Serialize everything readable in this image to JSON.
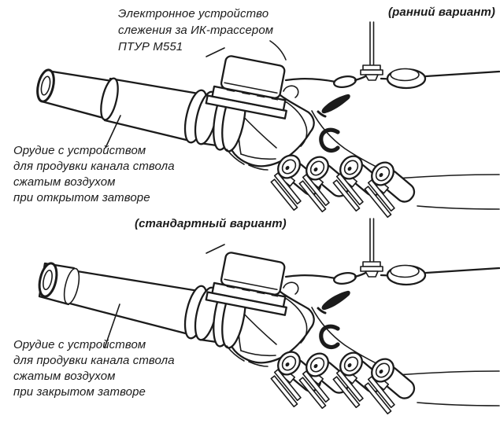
{
  "colors": {
    "ink": "#1b1b1b",
    "paper": "#ffffff"
  },
  "figure": {
    "caption_early": "(ранний вариант)",
    "caption_standard": "(стандартный вариант)",
    "tracker_label": {
      "line1": "Электронное устройство",
      "line2": "слежения за ИК-трассером",
      "line3": "ПТУР М551"
    },
    "gun_open_label": {
      "line1": "Орудие с устройством",
      "line2": "для продувки канала ствола",
      "line3": "сжатым воздухом",
      "line4": "при открытом затворе"
    },
    "gun_closed_label": {
      "line1": "Орудие с устройством",
      "line2": "для продувки канала ствола",
      "line3": "сжатым воздухом",
      "line4": "при закрытом затворе"
    }
  }
}
